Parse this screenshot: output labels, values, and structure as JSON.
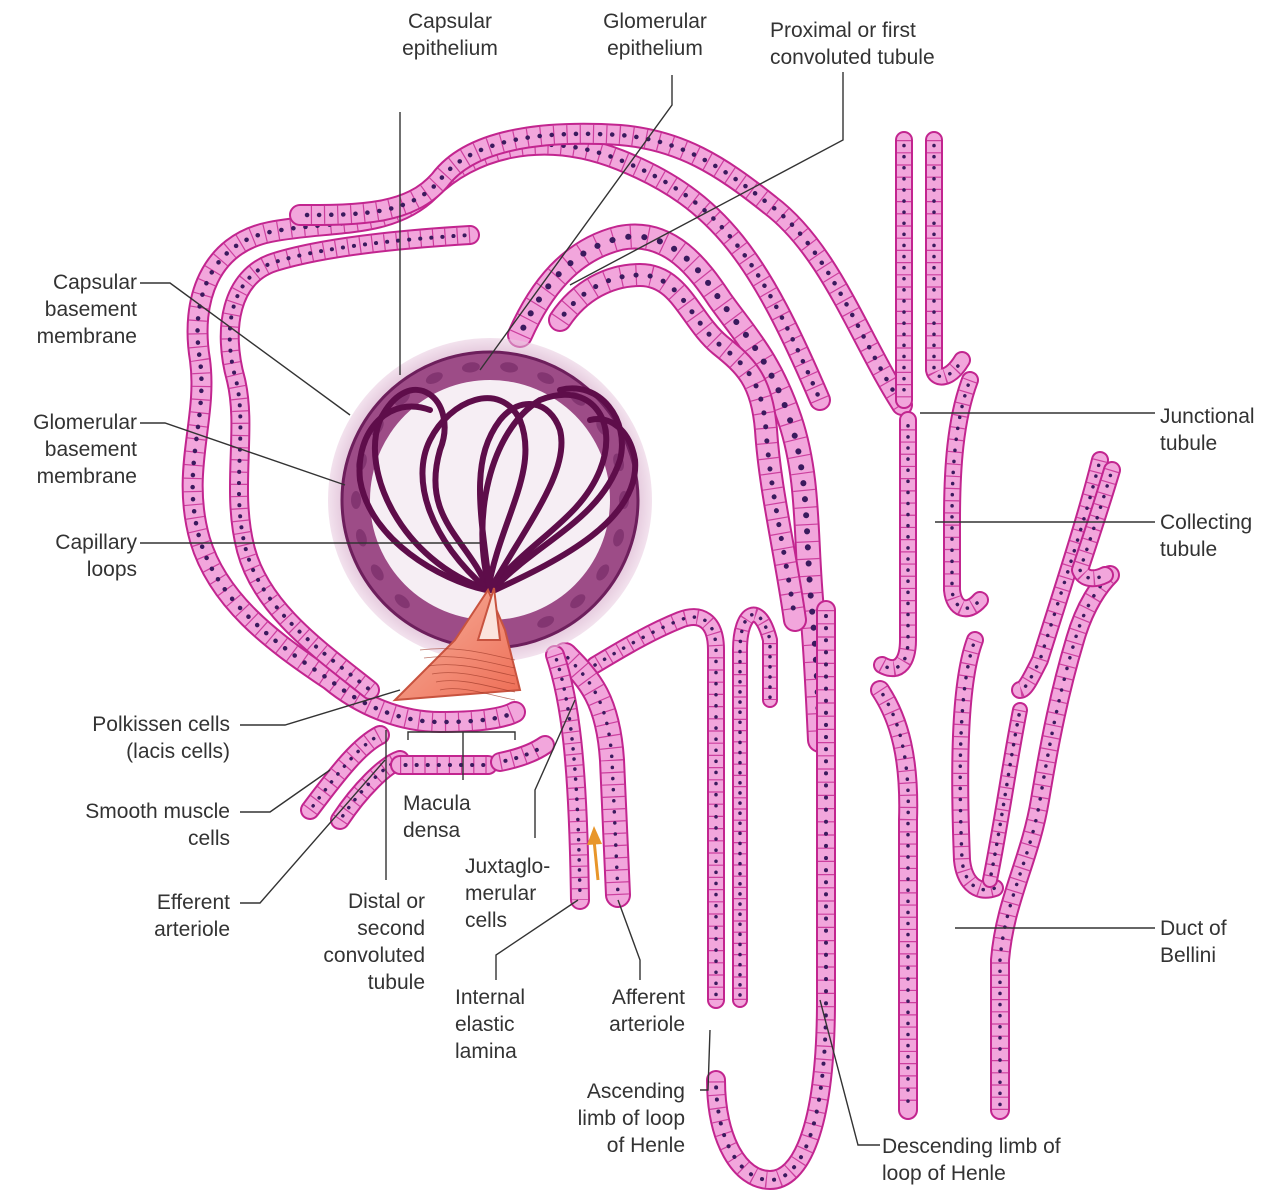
{
  "colors": {
    "tubule_fill": "#f2a6dc",
    "tubule_outline": "#c2258f",
    "nucleus": "#3a1a5e",
    "glomerulus_fill": "#9d4c87",
    "capsule_fill": "#e7c4dc",
    "capillary": "#5e0d4a",
    "macula_fill": "#f0826a",
    "arrow": "#e8962a",
    "leader_line": "#333333"
  },
  "icons": {
    "blood_flow_arrow": "arrow-up-icon"
  },
  "labels": {
    "capsular_epithelium": [
      "Capsular",
      "epithelium"
    ],
    "glomerular_epithelium": [
      "Glomerular",
      "epithelium"
    ],
    "proximal_tubule": [
      "Proximal or first",
      "convoluted tubule"
    ],
    "capsular_basement_membrane": [
      "Capsular",
      "basement",
      "membrane"
    ],
    "glomerular_basement_membrane": [
      "Glomerular",
      "basement",
      "membrane"
    ],
    "capillary_loops": [
      "Capillary",
      "loops"
    ],
    "polkissen_cells": [
      "Polkissen cells",
      "(lacis cells)"
    ],
    "smooth_muscle_cells": [
      "Smooth muscle",
      "cells"
    ],
    "efferent_arteriole": [
      "Efferent",
      "arteriole"
    ],
    "distal_tubule": [
      "Distal or",
      "second",
      "convoluted",
      "tubule"
    ],
    "macula_densa": [
      "Macula",
      "densa"
    ],
    "juxtaglomerular_cells": [
      "Juxtaglo-",
      "merular",
      "cells"
    ],
    "internal_elastic_lamina": [
      "Internal",
      "elastic",
      "lamina"
    ],
    "afferent_arteriole": [
      "Afferent",
      "arteriole"
    ],
    "ascending_limb": [
      "Ascending",
      "limb of loop",
      "of Henle"
    ],
    "descending_limb": [
      "Descending limb of",
      "loop of Henle"
    ],
    "junctional_tubule": [
      "Junctional",
      "tubule"
    ],
    "collecting_tubule": [
      "Collecting",
      "tubule"
    ],
    "duct_of_bellini": [
      "Duct of",
      "Bellini"
    ]
  }
}
